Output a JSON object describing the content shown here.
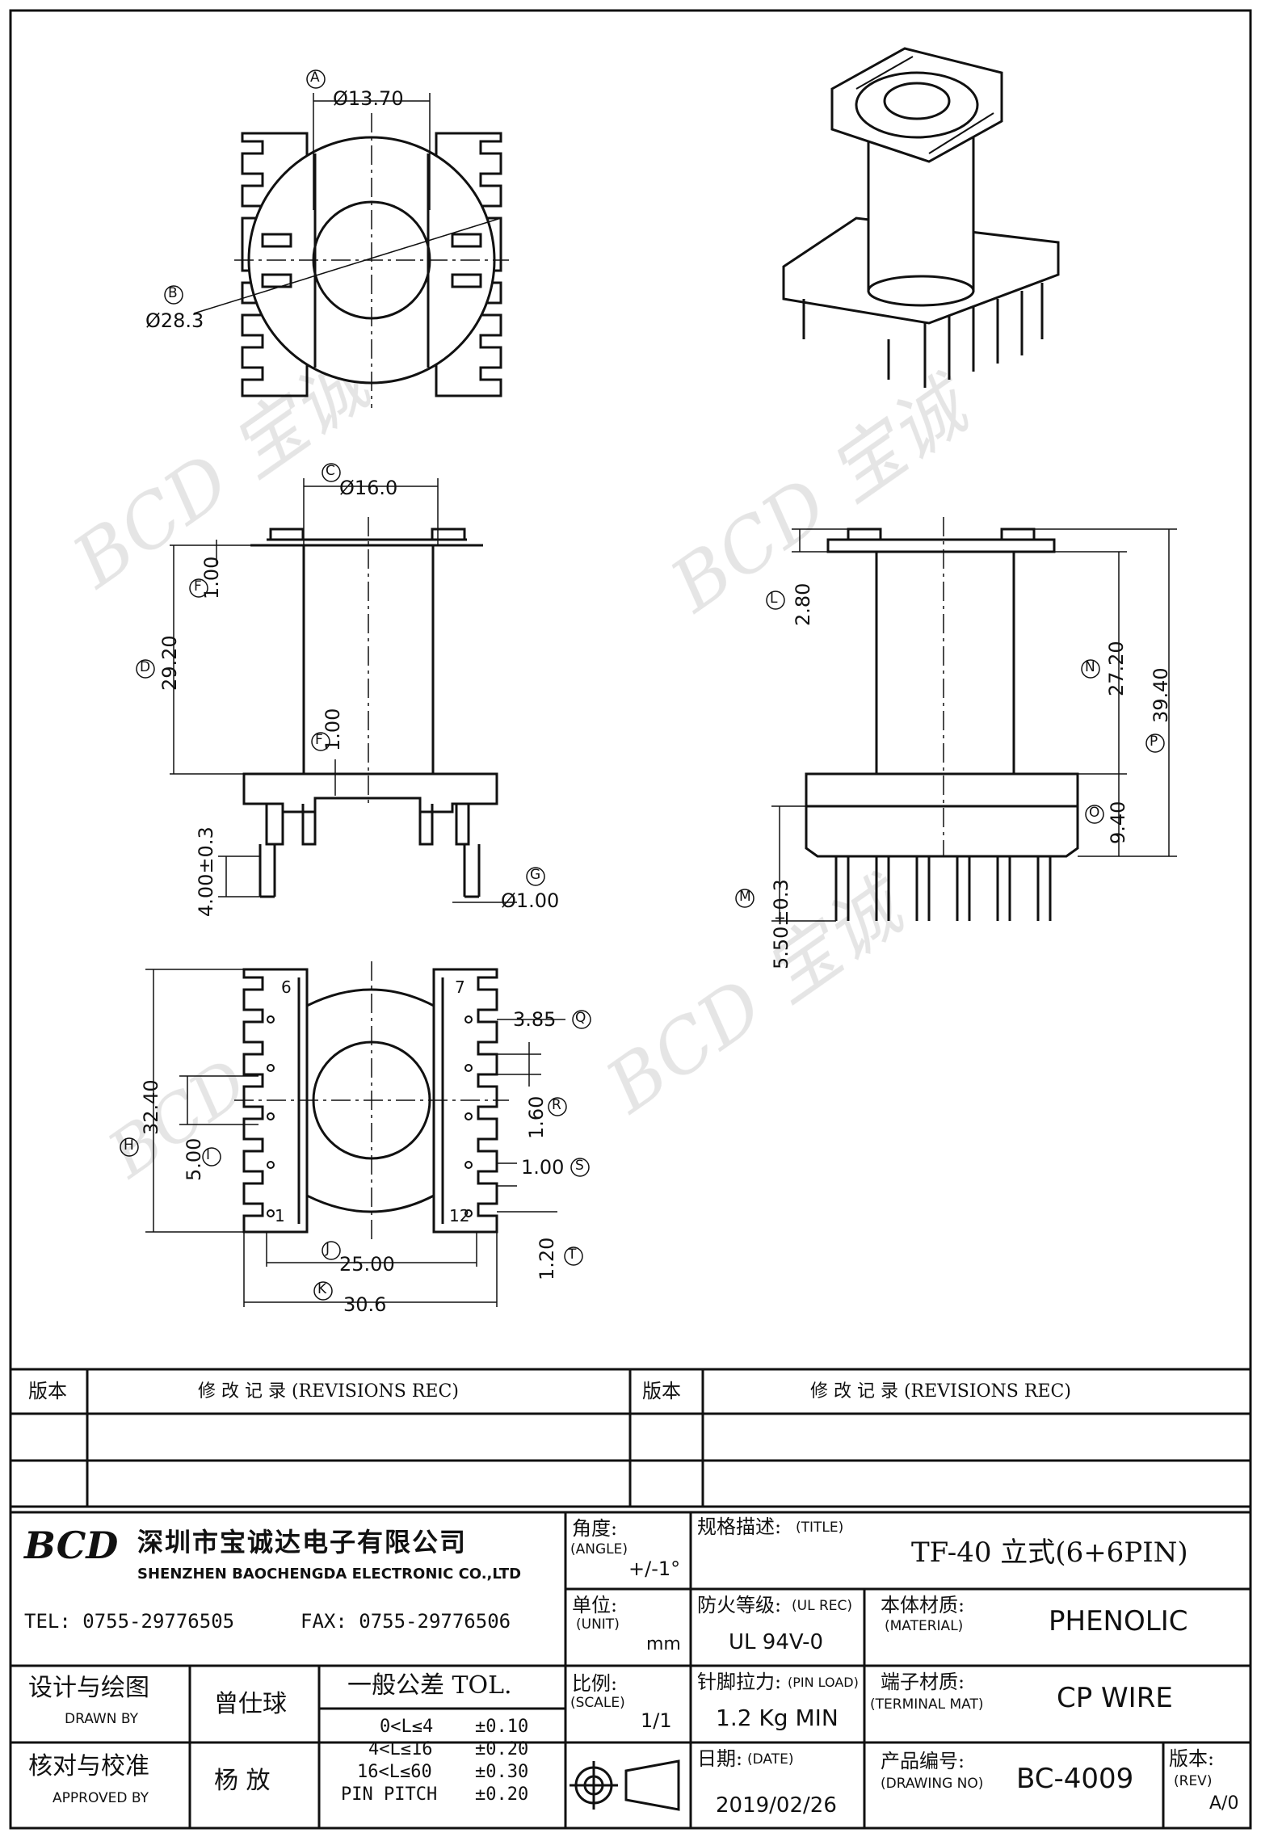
{
  "views": {
    "top": {
      "dim_A": {
        "label": "A",
        "value": "Ø13.70"
      },
      "dim_B": {
        "label": "B",
        "value": "Ø28.3"
      }
    },
    "front": {
      "dim_C": {
        "label": "C",
        "value": "Ø16.0"
      },
      "dim_F_top": {
        "label": "F",
        "value": "1.00"
      },
      "dim_D": {
        "label": "D",
        "value": "29.20"
      },
      "dim_F_mid": {
        "label": "F",
        "value": "1.00"
      },
      "pin_len": {
        "value": "4.00±0.3"
      },
      "dim_G": {
        "label": "G",
        "value": "Ø1.00"
      }
    },
    "side": {
      "dim_L": {
        "label": "L",
        "value": "2.80"
      },
      "dim_N": {
        "label": "N",
        "value": "27.20"
      },
      "dim_P": {
        "label": "P",
        "value": "39.40"
      },
      "dim_O": {
        "label": "O",
        "value": "9.40"
      },
      "dim_M": {
        "label": "M",
        "value": "5.50±0.3"
      }
    },
    "bottom": {
      "dim_H": {
        "label": "H",
        "value": "32.40"
      },
      "dim_I": {
        "label": "I",
        "value": "5.00"
      },
      "dim_Q": {
        "label": "Q",
        "value": "3.85"
      },
      "dim_R": {
        "label": "R",
        "value": "1.60"
      },
      "dim_S": {
        "label": "S",
        "value": "1.00"
      },
      "dim_T": {
        "label": "T",
        "value": "1.20"
      },
      "dim_J": {
        "label": "J",
        "value": "25.00"
      },
      "dim_K": {
        "label": "K",
        "value": "30.6"
      },
      "pins": {
        "p6": "6",
        "p7": "7",
        "p1": "1",
        "p12": "12"
      }
    }
  },
  "revisions": {
    "rev_header": "版本",
    "rec_header": "修  改  记  录  (REVISIONS REC)"
  },
  "company": {
    "logo": "BCD",
    "name_cn": "深圳市宝诚达电子有限公司",
    "name_en": "SHENZHEN BAOCHENGDA ELECTRONIC CO.,LTD",
    "tel": "TEL: 0755-29776505",
    "fax": "FAX: 0755-29776506"
  },
  "titleblock": {
    "angle_label": "角度:",
    "angle_en": "(ANGLE)",
    "angle_value": "+/-1°",
    "title_label": "规格描述:",
    "title_en": "(TITLE)",
    "title_value": "TF-40 立式(6+6PIN)",
    "unit_label": "单位:",
    "unit_en": "(UNIT)",
    "unit_value": "mm",
    "fire_label": "防火等级:",
    "fire_en": "(UL REC)",
    "fire_value": "UL 94V-0",
    "material_label": "本体材质:",
    "material_en": "(MATERIAL)",
    "material_value": "PHENOLIC",
    "scale_label": "比例:",
    "scale_en": "(SCALE)",
    "scale_value": "1/1",
    "pinload_label": "针脚拉力:",
    "pinload_en": "(PIN LOAD)",
    "pinload_value": "1.2 Kg MIN",
    "terminal_label": "端子材质:",
    "terminal_en": "(TERMINAL MAT)",
    "terminal_value": "CP WIRE",
    "date_label": "日期:",
    "date_en": "(DATE)",
    "date_value": "2019/02/26",
    "drawno_label": "产品编号:",
    "drawno_en": "(DRAWING NO)",
    "drawno_value": "BC-4009",
    "rev_label": "版本:",
    "rev_en": "(REV)",
    "rev_value": "A/0",
    "drawn_label": "设计与绘图",
    "drawn_en": "DRAWN BY",
    "drawn_value": "曾仕球",
    "approved_label": "核对与校准",
    "approved_en": "APPROVED BY",
    "approved_value": "杨  放",
    "tol_title": "一般公差 TOL.",
    "tol_rows": [
      {
        "range": "0<L≤4",
        "tol": "±0.10"
      },
      {
        "range": "4<L≤16",
        "tol": "±0.20"
      },
      {
        "range": "16<L≤60",
        "tol": "±0.30"
      },
      {
        "range": "PIN PITCH",
        "tol": "±0.20"
      }
    ]
  },
  "colors": {
    "line": "#111111",
    "watermark": "#d9d9d9",
    "background": "#ffffff"
  }
}
